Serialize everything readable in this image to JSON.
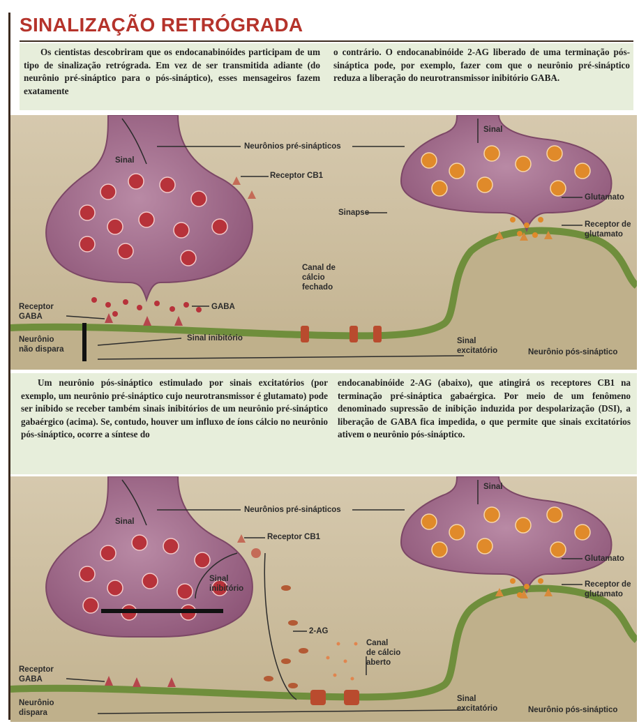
{
  "title": "SINALIZAÇÃO RETRÓGRADA",
  "intro": {
    "left": "Os cientistas descobriram que os endocanabinóides participam de um tipo de sinalização retrógrada. Em vez de ser transmitida adiante (do neurônio pré-sináptico para o pós-sináptico), esses mensageiros fazem exatamente",
    "right": "o contrário. O endocanabinóide 2-AG liberado de uma terminação pós-sináptica pode, por exemplo, fazer com que o neurônio pré-sináptico reduza a liberação do neurotransmissor inibitório GABA."
  },
  "middle": {
    "left": "Um neurônio pós-sináptico estimulado por sinais excitatórios (por exemplo, um neurônio pré-sináptico cujo neurotransmissor é glutamato) pode ser inibido se receber também sinais inibitórios de um neurônio pré-sináptico gabaérgico (acima). Se, contudo, houver um influxo de íons cálcio no neurônio pós-sináptico, ocorre a síntese do",
    "right": "endocanabinóide 2-AG (abaixo), que atingirá os receptores CB1 na terminação pré-sináptica gabaérgica. Por meio de um fenômeno denominado supressão de inibição induzida por despolarização (DSI), a liberação de GABA fica impedida, o que permite que sinais excitatórios ativem o neurônio pós-sináptico."
  },
  "panel_top": {
    "labels": {
      "sinal_left": "Sinal",
      "pre_neurons": "Neurônios pré-sinápticos",
      "receptor_cb1": "Receptor CB1",
      "sinal_right": "Sinal",
      "sinapse": "Sinapse",
      "glutamato": "Glutamato",
      "receptor_glutamato": "Receptor de\nglutamato",
      "canal_fechado": "Canal de\ncálcio\nfechado",
      "receptor_gaba": "Receptor\nGABA",
      "gaba": "GABA",
      "neuronio_nao_dispara": "Neurônio\nnão dispara",
      "sinal_inibitorio": "Sinal inibitório",
      "sinal_excitatorio": "Sinal\nexcitatório",
      "pos_neuron": "Neurônio pós-sináptico"
    }
  },
  "panel_bottom": {
    "labels": {
      "sinal_left": "Sinal",
      "pre_neurons": "Neurônios pré-sinápticos",
      "receptor_cb1": "Receptor CB1",
      "sinal_right": "Sinal",
      "glutamato": "Glutamato",
      "receptor_glutamato": "Receptor de\nglutamato",
      "sinal_inibitorio": "Sinal\ninibitório",
      "two_ag": "2-AG",
      "canal_aberto": "Canal\nde cálcio\naberto",
      "receptor_gaba": "Receptor\nGABA",
      "neuronio_dispara": "Neurônio\ndispara",
      "sinal_excitatorio": "Sinal\nexcitatório",
      "pos_neuron": "Neurônio pós-sináptico"
    }
  },
  "colors": {
    "title": "#b5332b",
    "text_box": "#e7eedb",
    "panel_bg": "#cdbfa2",
    "presynaptic": "#9f6587",
    "postsynaptic_membrane": "#6f8e3c",
    "vesicle_red": "#b7323a",
    "vesicle_orange": "#e08a2a"
  }
}
